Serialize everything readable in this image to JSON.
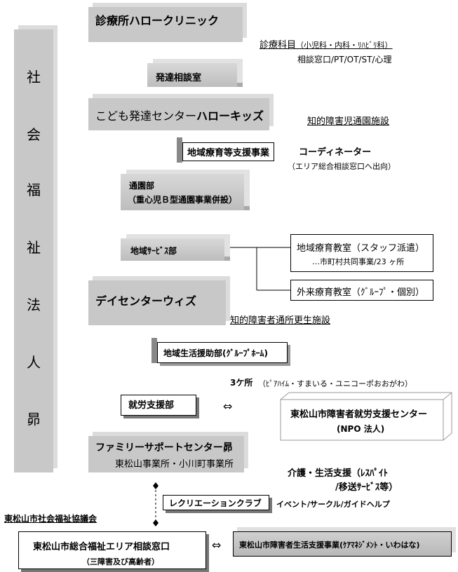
{
  "org": {
    "vertical_chars": [
      "社",
      "会",
      "福",
      "祉",
      "法",
      "人",
      "昴"
    ]
  },
  "clinic": {
    "title": "診療所ハロークリニック",
    "dev_room": "発達相談室",
    "dept_label": "診療科目",
    "dept_detail": "（小児科・内科・ﾘﾊﾋﾞﾘ科）",
    "services": "相談窓口/PT/OT/ST/心理"
  },
  "kids": {
    "title_prefix": "こども発達センター",
    "title_bold": "ハローキッズ",
    "facility_type": "知的障害児通園施設",
    "support_project": "地域療育等支援事業",
    "coordinator": "コーディネーター",
    "coordinator_note": "（エリア総合相談窓口へ出向）",
    "commute_dept": "通園部",
    "commute_note": "（重心児Ｂ型通園事業併設）"
  },
  "local_service": {
    "label": "地域ｻｰﾋﾞｽ部",
    "class1_title": "地域療育教室（スタッフ派遣）",
    "class1_note": "…市町村共同事業/23 ヶ所",
    "class2_title": "外来療育教室（ｸﾞﾙｰﾌﾟ・個別）"
  },
  "wiz": {
    "title": "デイセンターウィズ",
    "facility_type": "知的障害者通所更生施設"
  },
  "living": {
    "label": "地域生活援助部(ｸﾞﾙｰﾌﾟﾎｰﾑ)",
    "count": "3ケ所",
    "homes": "（ﾋﾟｱﾊｲﾑ・すまいる・ユニコーポおおがわ）"
  },
  "employment": {
    "label": "就労支援部",
    "arrow": "⇔",
    "center": "東松山市障害者就労支援センター",
    "center_note": "(NPO 法人)"
  },
  "family": {
    "title": "ファミリーサポートセンター昴",
    "offices": "東松山事業所・小川町事業所",
    "services1": "介護・生活支援（ﾚｽﾊﾟｲﾄ",
    "services2": "/移送ｻｰﾋﾞｽ等）"
  },
  "recreation": {
    "label": "レクリエーションクラブ",
    "note": "イベント/サークル/ガイドヘルプ"
  },
  "council": {
    "label": "東松山市社会福祉協議会"
  },
  "consult": {
    "title": "東松山市総合福祉エリア相談窓口",
    "note": "（三障害及び高齢者）",
    "arrow": "⇔",
    "living_support": "東松山市障害者生活支援事業(ｹｱﾏﾈｼﾞﾒﾝﾄ・いわはな)"
  }
}
